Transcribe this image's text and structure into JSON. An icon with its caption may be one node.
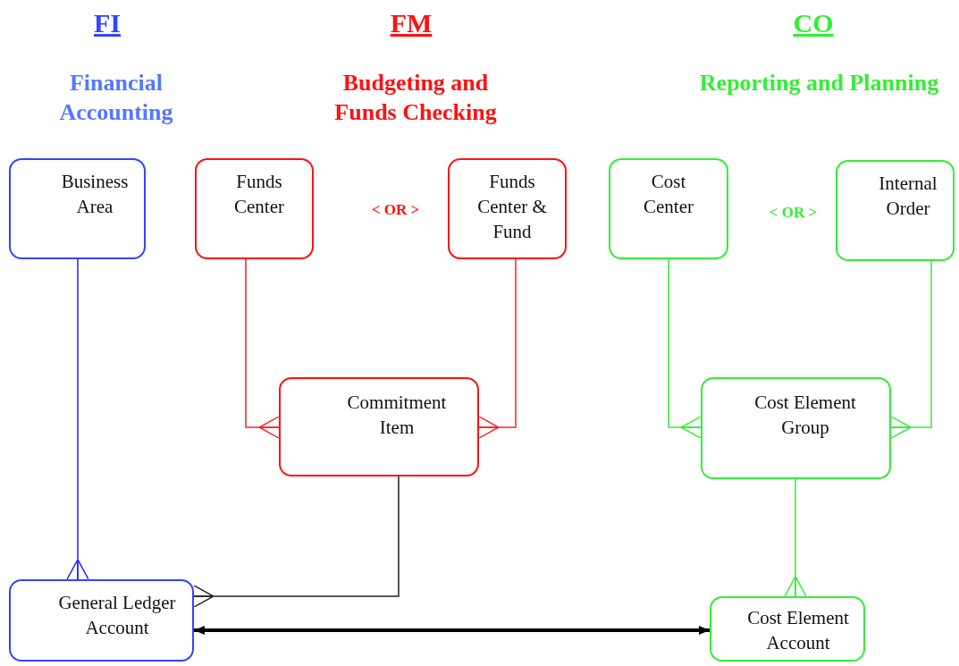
{
  "diagram": {
    "nodes": [
      {
        "text": [
          "Business Area"
        ]
      },
      {
        "text": [
          "Funds Center"
        ]
      },
      {
        "text": [
          "Funds Center & Fund"
        ]
      },
      {
        "text": [
          "Cost Center"
        ]
      },
      {
        "text": [
          "Internal Order"
        ]
      },
      {
        "text": [
          "Commitment Item"
        ]
      },
      {
        "text": [
          "Cost Element Group"
        ]
      },
      {
        "text": [
          "General Ledger Account"
        ]
      },
      {
        "text": [
          "Cost Element Account"
        ]
      }
    ],
    "edges": [
      {
        "from": 0,
        "to": 7,
        "arrow": "other",
        "color": "#2222ff"
      },
      {
        "from": 1,
        "to": 5,
        "arrow": "other",
        "color": "#ff2222"
      },
      {
        "from": 2,
        "to": 5,
        "arrow": "other",
        "color": "#ff2222"
      },
      {
        "from": 5,
        "to": 7,
        "arrow": "other",
        "color": "#222222"
      },
      {
        "from": 3,
        "to": 6,
        "arrow": "other",
        "color": "#33ee33"
      },
      {
        "from": 4,
        "to": 6,
        "arrow": "other",
        "color": "#33ee33"
      },
      {
        "from": 6,
        "to": 8,
        "arrow": "other",
        "color": "#33ee33"
      },
      {
        "from": 7,
        "to": 8,
        "arrow": "both",
        "style": "thick",
        "color": "#000000"
      }
    ],
    "labels": [
      "FI",
      "Financial Accounting",
      "FM",
      "Budgeting and Funds Checking",
      "CO",
      "Reporting and Planning",
      "< OR >",
      "< OR >"
    ]
  }
}
